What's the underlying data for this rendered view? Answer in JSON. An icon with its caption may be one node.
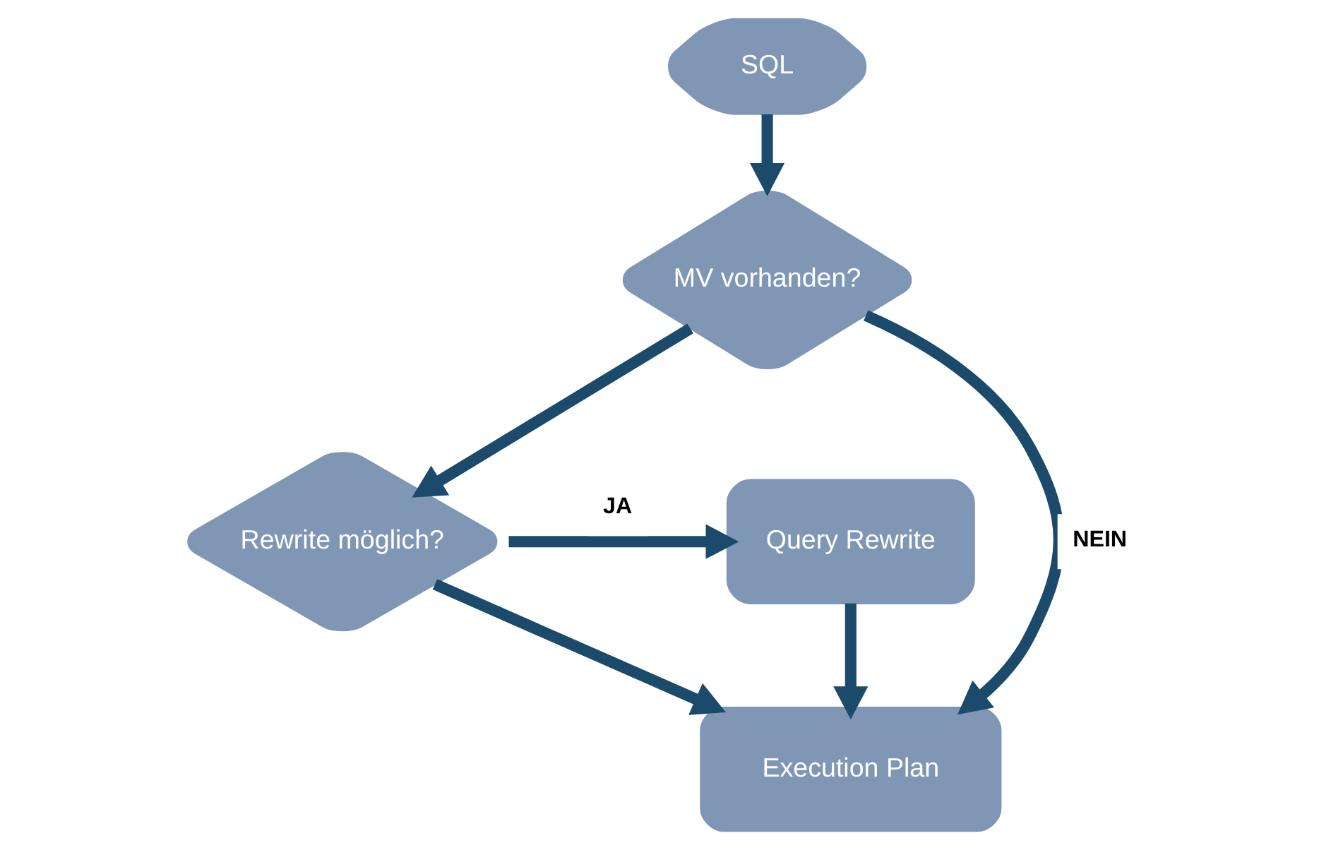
{
  "diagram": {
    "nodes": [
      {
        "text": [
          "SQL"
        ]
      },
      {
        "text": [
          "MV vorhanden?"
        ]
      },
      {
        "text": [
          "Rewrite möglich?"
        ]
      },
      {
        "text": [
          "Query Rewrite"
        ]
      },
      {
        "text": [
          "Execution Plan"
        ]
      }
    ],
    "edges": [
      {
        "from": 0,
        "to": 1,
        "arrow": "to"
      },
      {
        "from": 1,
        "to": 2,
        "arrow": "to"
      },
      {
        "from": 1,
        "to": 4,
        "arrow": "to",
        "label": "NEIN"
      },
      {
        "from": 2,
        "to": 3,
        "arrow": "to",
        "label": "JA"
      },
      {
        "from": 2,
        "to": 4,
        "arrow": "to"
      },
      {
        "from": 3,
        "to": 4,
        "arrow": "to"
      }
    ]
  }
}
